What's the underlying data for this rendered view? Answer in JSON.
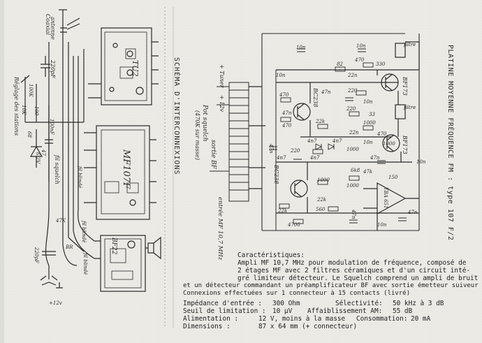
{
  "left": {
    "coaxial": "Coaxial",
    "antenne": "antenne",
    "c_220pf_top": "220pF",
    "r_100k": "100K",
    "r_10k": "10K",
    "r_100": "100",
    "reglage": "Réglage des stations",
    "r_68": "68",
    "c_100nf": "100nF",
    "d_6v": "6,2V",
    "r_47": "47",
    "fil_squelch": "fil squelch",
    "fil_blinde_1": "fil blindé",
    "r_47k": "47K",
    "fil_blinde_2": "fil blindé",
    "br": "BR",
    "c_220pf_bottom": "220pF",
    "fil_blinde_3": "fil blindé",
    "plus_12v": "+12v"
  },
  "modules": {
    "tu2": "TU2",
    "mf107f": "MF107F",
    "bf22": "BF22"
  },
  "middle": {
    "schema_title": "SCHÉMA D'INTERCONNEXIONS",
    "pot_squelch": "Pot squelch",
    "pot_value": "(470K sur masse)",
    "sortie_bf": "sortie BF",
    "tuner": "+ Tuner",
    "plus_12v": "+ 12v",
    "entree_mf": "entrée MF 10,7 MHz"
  },
  "right": {
    "platine_title": "PLATINE MOYENNE FRÉQUENCE FM : type 107 F/2",
    "filtre_top": "filtre",
    "filtre_mid": "filtre",
    "bf173_a": "BF173",
    "bf173_b": "BF173",
    "bc238_a": "BC238",
    "bc238_b": "BC238",
    "tba": "TBA 651",
    "comps": [
      "10n",
      "470",
      "10n",
      "82",
      "330",
      "22n",
      "10n",
      "220",
      "47n",
      "10n",
      "470",
      "33",
      "220",
      "47n",
      "22k",
      "1000",
      "470",
      "22n",
      "470",
      "4n7",
      "4n7",
      "10n",
      "47n",
      "1000",
      "220",
      "4n7",
      "47n",
      "22k",
      "1000",
      "47k",
      "560",
      "4700",
      "22k",
      "6k8",
      "47n",
      "150",
      "1000",
      "47n",
      "10n",
      "4n7",
      "10n",
      "1000"
    ]
  },
  "specs": {
    "heading": "Caractéristiques:",
    "line1": "Ampli MF 10,7 MHz pour modulation de fréquence, composé de",
    "line2": "2 étages MF avec 2 filtres céramiques et d'un circuit inté-",
    "line3": "gré limiteur détecteur. Le Squelch comprend un ampli de bruit",
    "line4": "et un détecteur commandant un préamplificateur BF avec sortie émetteur suiveur",
    "line5": "Connexions effectuées sur 1 connecteur à 15 contacts (livré)",
    "rows": [
      {
        "label": "Impédance d'entrée :",
        "value": "300 Ohm",
        "label2": "Sélectivité:",
        "value2": "50 kHz à 3 dB"
      },
      {
        "label": "Seuil de limitation :",
        "value": "10 µV",
        "label2": "Affaiblissement AM:",
        "value2": "55 dB"
      },
      {
        "label": "Alimentation    :",
        "value": "12 V, moins à la masse",
        "label2": "Consommation:",
        "value2": "20 mA"
      },
      {
        "label": "Dimensions      :",
        "value": "87 x 64 mm (+ connecteur)",
        "label2": "",
        "value2": ""
      }
    ]
  }
}
